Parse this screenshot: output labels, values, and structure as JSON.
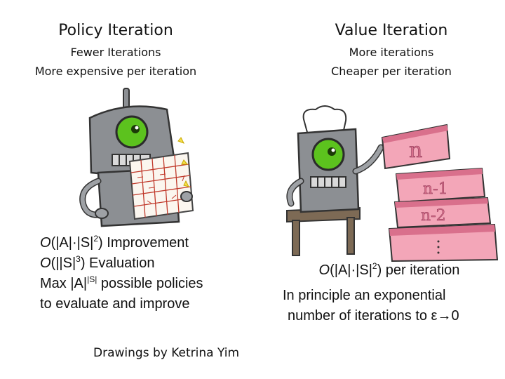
{
  "left": {
    "title": "Policy Iteration",
    "sub1": "Fewer Iterations",
    "sub2": "More expensive per iteration",
    "line1_o": "O",
    "line1_pre": "(|A|",
    "line1_dot": "·",
    "line1_mid": "|S|",
    "line1_exp": "2",
    "line1_post": ") Improvement",
    "line2_o": "O",
    "line2_pre": "(||S|",
    "line2_exp": "3",
    "line2_post": ") Evaluation",
    "line3_pre": "Max |A|",
    "line3_exp": "|S|",
    "line3_post": " possible policies",
    "line4": "to evaluate and improve"
  },
  "right": {
    "title": "Value Iteration",
    "sub1": "More iterations",
    "sub2": "Cheaper per iteration",
    "line1_o": "O",
    "line1_pre": "(|A|",
    "line1_dot": "·",
    "line1_mid": "|S|",
    "line1_exp": "2",
    "line1_post": ") per iteration",
    "line2": "In principle an exponential",
    "line3": "number of iterations to ε→0"
  },
  "cake": {
    "tier1": "n",
    "tier2": "n-1",
    "tier3": "n-2"
  },
  "credit": "Drawings by Ketrina Yim",
  "colors": {
    "robot": "#8c8f93",
    "eye": "#5cc21e",
    "cake": "#f3a6b8",
    "cake_dark": "#d9708c",
    "stool": "#7d6a55"
  }
}
